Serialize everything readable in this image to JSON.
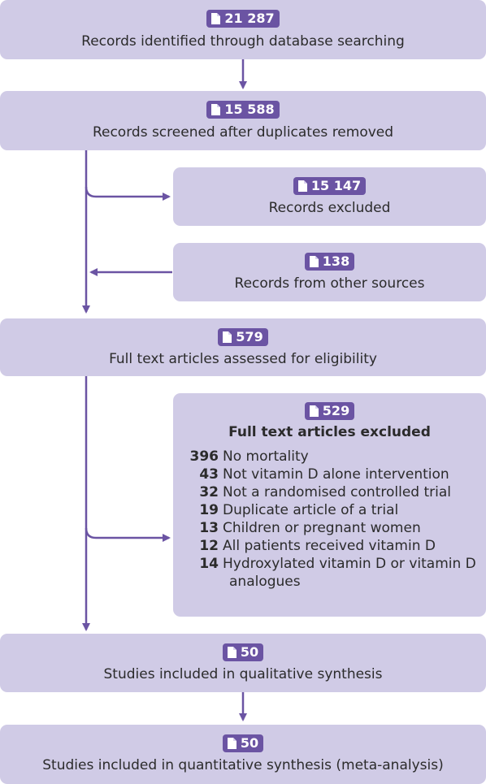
{
  "boxes": {
    "identified": {
      "count": "21 287",
      "label": "Records identified through database searching"
    },
    "screened": {
      "count": "15 588",
      "label": "Records screened after duplicates removed"
    },
    "excluded": {
      "count": "15 147",
      "label": "Records excluded"
    },
    "other_sources": {
      "count": "138",
      "label": "Records from other sources"
    },
    "assessed": {
      "count": "579",
      "label": "Full text articles assessed for eligibility"
    },
    "fulltext_excluded": {
      "count": "529",
      "label": "Full text articles excluded",
      "reasons": [
        {
          "count": "396",
          "text": "No mortality"
        },
        {
          "count": "43",
          "text": "Not vitamin D alone intervention"
        },
        {
          "count": "32",
          "text": "Not a randomised controlled trial"
        },
        {
          "count": "19",
          "text": "Duplicate article of a trial"
        },
        {
          "count": "13",
          "text": "Children or pregnant women"
        },
        {
          "count": "12",
          "text": "All patients received vitamin D"
        },
        {
          "count": "14",
          "text": "Hydroxylated vitamin D or vitamin D",
          "text_line2": "analogues"
        }
      ]
    },
    "qualitative": {
      "count": "50",
      "label": "Studies included in qualitative synthesis"
    },
    "quantitative": {
      "count": "50",
      "label": "Studies included in quantitative synthesis (meta-analysis)"
    }
  },
  "colors": {
    "box": "#d0cbe6",
    "badge": "#6b54a3",
    "arrow": "#6b54a3",
    "text": "#2b2b2b"
  },
  "icons": {
    "badge_icon": "document-icon"
  }
}
